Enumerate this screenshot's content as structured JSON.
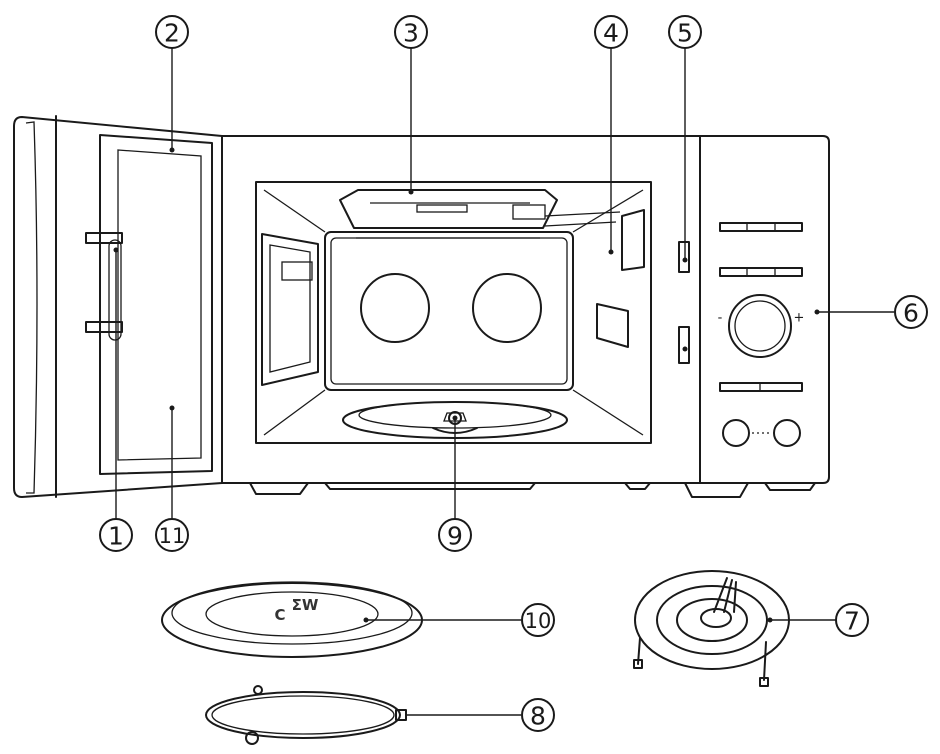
{
  "diagram": {
    "callouts": [
      {
        "label": "1"
      },
      {
        "label": "2"
      },
      {
        "label": "3"
      },
      {
        "label": "4"
      },
      {
        "label": "5"
      },
      {
        "label": "6"
      },
      {
        "label": "7"
      },
      {
        "label": "8"
      },
      {
        "label": "9"
      },
      {
        "label": "10"
      },
      {
        "label": "11"
      }
    ],
    "dial_marks": {
      "minus": "-",
      "plus": "+"
    },
    "plate_marks": {
      "top": "ΣW",
      "bottom": "C"
    }
  }
}
